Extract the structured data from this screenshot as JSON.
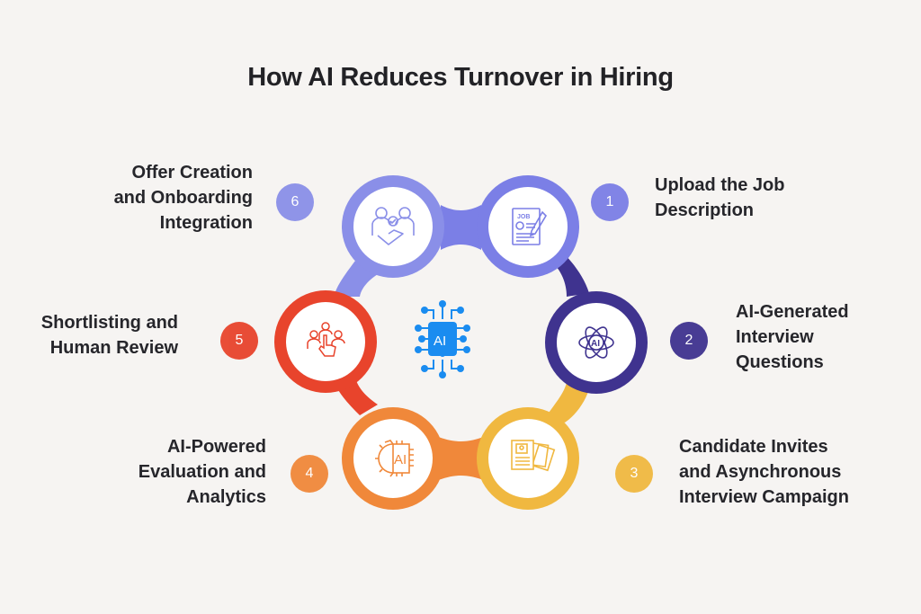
{
  "title": "How AI Reduces Turnover in Hiring",
  "center": {
    "icon": "ai-chip-icon",
    "text": "AI",
    "color": "#1a8cf0"
  },
  "steps": [
    {
      "number": "1",
      "lines": [
        "Upload the Job",
        "Description"
      ],
      "icon": "job-description-icon",
      "color": "#7b7fe6",
      "badge_color": "#7b7fe6"
    },
    {
      "number": "2",
      "lines": [
        "AI-Generated",
        "Interview",
        "Questions"
      ],
      "icon": "ai-atom-icon",
      "color": "#3f338f",
      "badge_color": "#3f338f"
    },
    {
      "number": "3",
      "lines": [
        "Candidate Invites",
        "and Asynchronous",
        "Interview Campaign"
      ],
      "icon": "resume-documents-icon",
      "color": "#f0b840",
      "badge_color": "#f0b840"
    },
    {
      "number": "4",
      "lines": [
        "AI-Powered",
        "Evaluation and",
        "Analytics"
      ],
      "icon": "ai-gear-icon",
      "color": "#f0883a",
      "badge_color": "#f0883a"
    },
    {
      "number": "5",
      "lines": [
        "Shortlisting and",
        "Human Review"
      ],
      "icon": "select-candidate-icon",
      "color": "#e8442c",
      "badge_color": "#e8442c"
    },
    {
      "number": "6",
      "lines": [
        "Offer Creation",
        "and Onboarding",
        "Integration"
      ],
      "icon": "handshake-icon",
      "color": "#8a8fe8",
      "badge_color": "#8a8fe8"
    }
  ],
  "background": "#f6f4f2"
}
